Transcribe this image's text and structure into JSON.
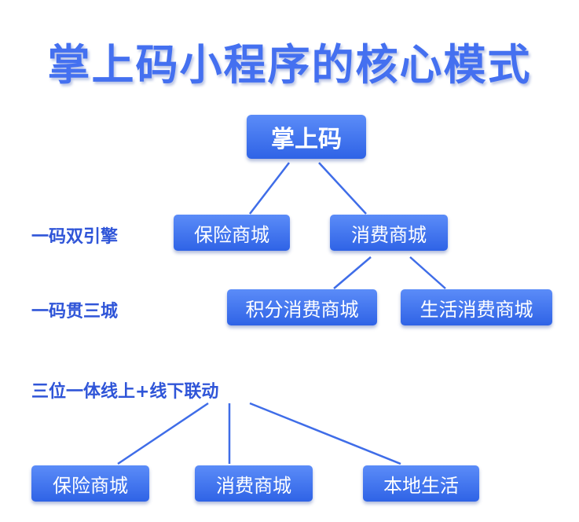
{
  "title": "掌上码小程序的核心模式",
  "root": {
    "label": "掌上码"
  },
  "rows": {
    "engines": {
      "label": "一码双引擎",
      "nodes": [
        "保险商城",
        "消费商城"
      ]
    },
    "cities": {
      "label": "一码贯三城",
      "nodes": [
        "积分消费商城",
        "生活消费商城"
      ]
    },
    "linkage": {
      "label": "三位一体线上+线下联动",
      "nodes": [
        "保险商城",
        "消费商城",
        "本地生活"
      ]
    }
  },
  "colors": {
    "title": "#4470f0",
    "node_top": "#5b8cf8",
    "node_bottom": "#2f63e6",
    "line": "#3f6de8",
    "label": "#2f55d8"
  }
}
